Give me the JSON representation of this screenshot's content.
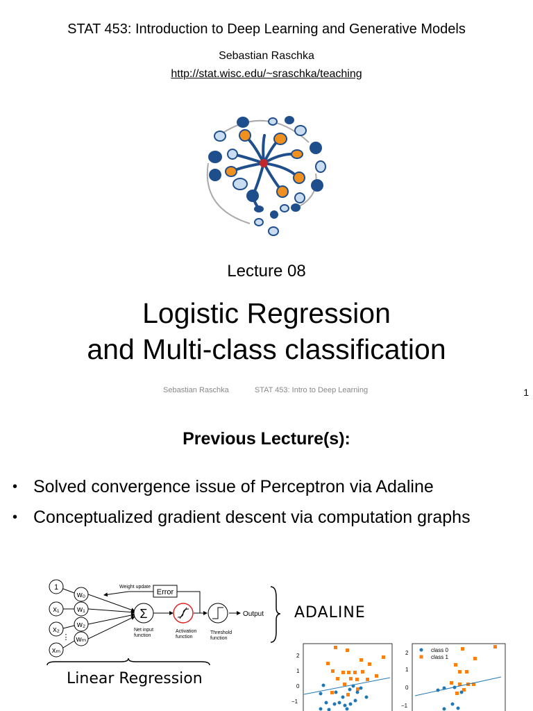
{
  "slide1": {
    "course_title": "STAT 453: Introduction to Deep Learning and Generative Models",
    "author": "Sebastian Raschka",
    "url": "http://stat.wisc.edu/~sraschka/teaching",
    "lecture_number": "Lecture 08",
    "title_line1": "Logistic Regression",
    "title_line2": "and Multi-class classification",
    "footer_author": "Sebastian Raschka",
    "footer_course": "STAT 453: Intro to Deep Learning",
    "page_number": "1"
  },
  "slide2": {
    "heading": "Previous Lecture(s):",
    "bullets": [
      "Solved convergence issue of Perceptron via Adaline",
      "Conceptualized gradient descent via computation graphs"
    ],
    "bullet_marker": "•",
    "diagram": {
      "inputs": [
        "1",
        "x₁",
        "x₂",
        "xₘ"
      ],
      "weights": [
        "w₀",
        "w₁",
        "w₂",
        "wₘ"
      ],
      "ellipsis": "⋮",
      "weight_update": "Weight update",
      "error": "Error",
      "sum_symbol": "Σ",
      "net_input": [
        "Net input",
        "function"
      ],
      "activation": [
        "Activation",
        "function"
      ],
      "threshold": [
        "Threshold",
        "function"
      ],
      "output": "Output",
      "label_left": "Linear Regression",
      "label_right": "ADALINE"
    },
    "plots": [
      {
        "y_ticks": [
          "2",
          "1",
          "0",
          "−1"
        ]
      },
      {
        "y_ticks": [
          "2",
          "1",
          "0",
          "−1"
        ],
        "legend": [
          "class 0",
          "class 1"
        ]
      }
    ]
  },
  "colors": {
    "navy": "#1f4e8c",
    "light_blue": "#c9dcf0",
    "orange": "#f0901e",
    "red": "#c0282d",
    "plot_blue": "#1f77b4",
    "plot_orange": "#ff7f0e"
  }
}
